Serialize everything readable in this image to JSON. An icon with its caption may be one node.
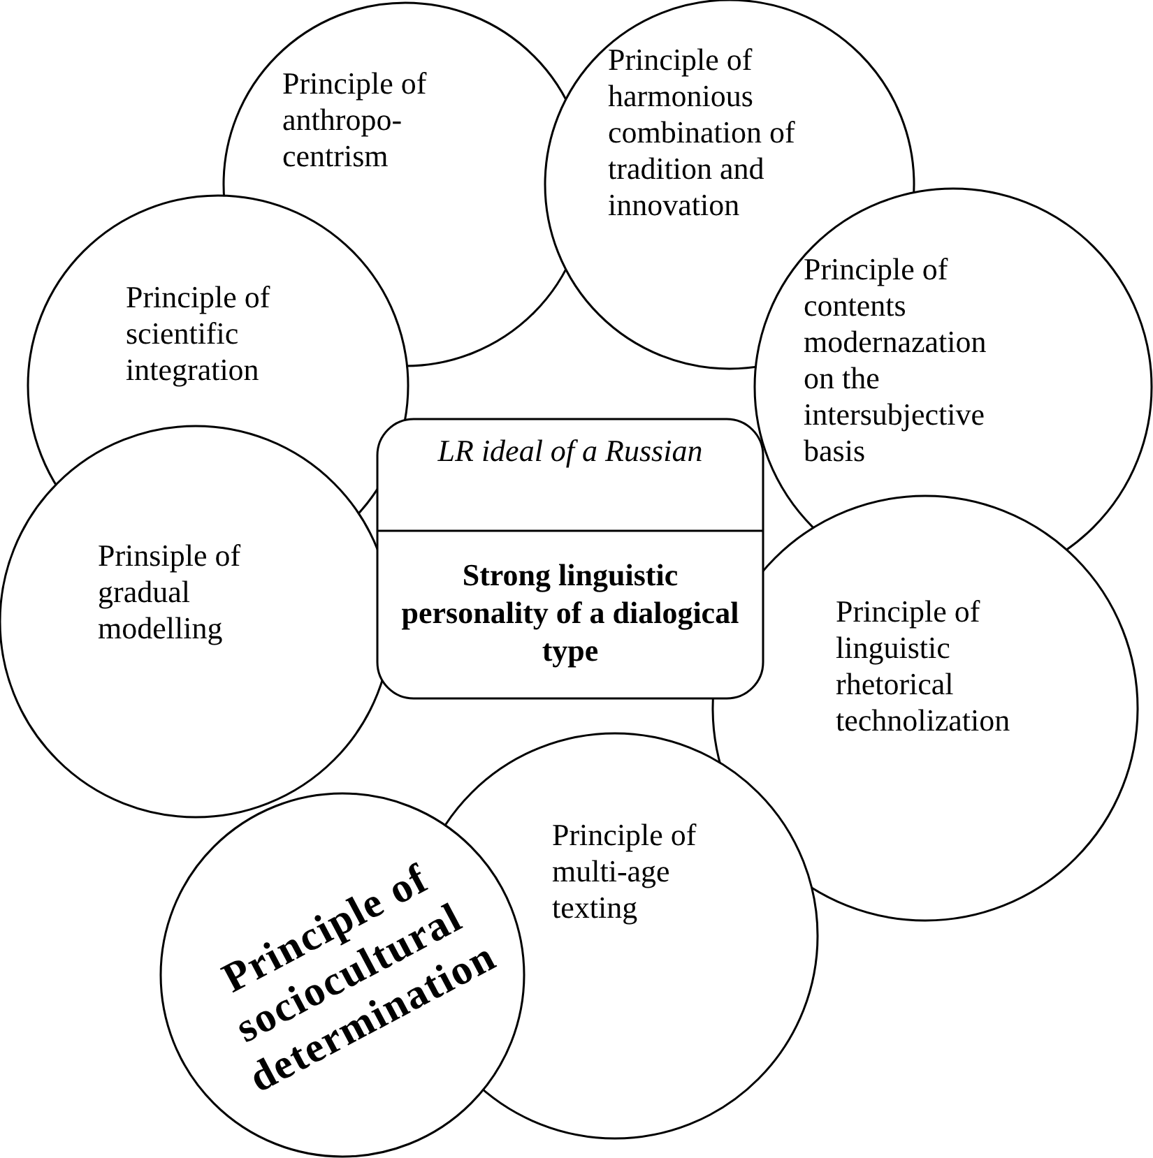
{
  "diagram": {
    "nodes": [
      {
        "text": [
          "Principle of anthropo- centrism"
        ]
      },
      {
        "text": [
          "Principle of harmonious combination of tradition and innovation"
        ]
      },
      {
        "text": [
          "Principle of scientific integration"
        ]
      },
      {
        "text": [
          "Principle of contents modernazation on the intersubjective basis"
        ]
      },
      {
        "text": [
          "LR ideal of a Russian",
          "Strong linguistic personality of a dialogical type"
        ]
      },
      {
        "text": [
          "Prinsiple of gradual modelling"
        ]
      },
      {
        "text": [
          "Principle of linguistic rhetorical technolization"
        ]
      },
      {
        "text": [
          "Principle of multi-age texting"
        ]
      },
      {
        "text": [
          "Principle of sociocultural determination"
        ]
      }
    ]
  }
}
